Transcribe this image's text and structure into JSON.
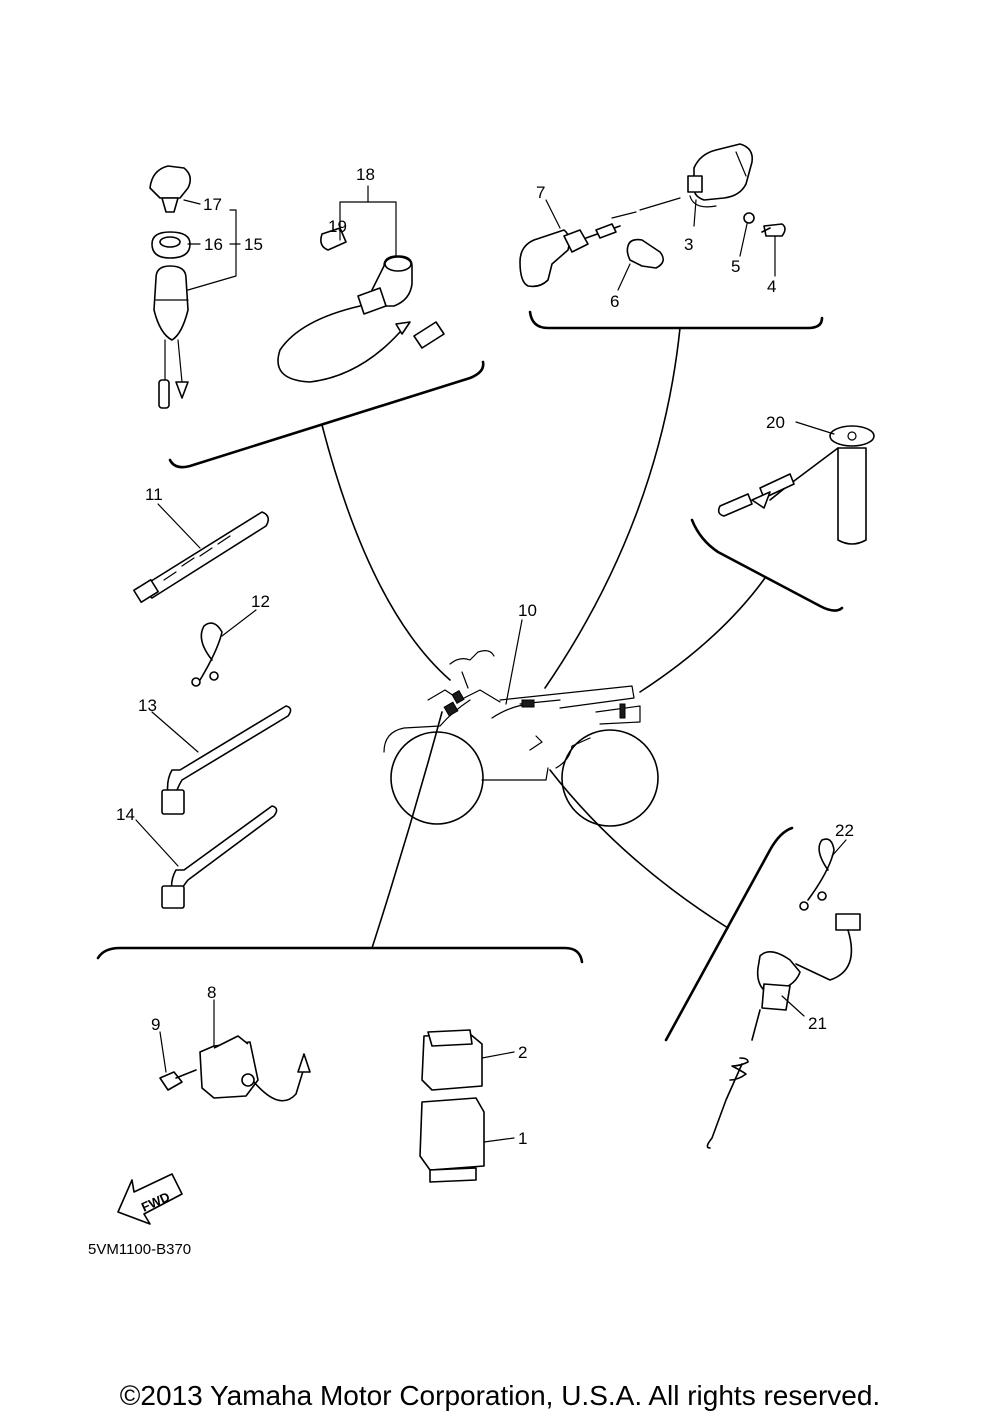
{
  "labels": {
    "p1": "1",
    "p2": "2",
    "p3": "3",
    "p4": "4",
    "p5": "5",
    "p6": "6",
    "p7": "7",
    "p8": "8",
    "p9": "9",
    "p10": "10",
    "p11": "11",
    "p12": "12",
    "p13": "13",
    "p14": "14",
    "p15": "15",
    "p16": "16",
    "p17": "17",
    "p18": "18",
    "p19": "19",
    "p20": "20",
    "p21": "21",
    "p22": "22"
  },
  "fwd_label": "FWD",
  "diagram_code": "5VM1100-B370",
  "copyright": "©2013 Yamaha Motor Corporation, U.S.A. All rights reserved."
}
